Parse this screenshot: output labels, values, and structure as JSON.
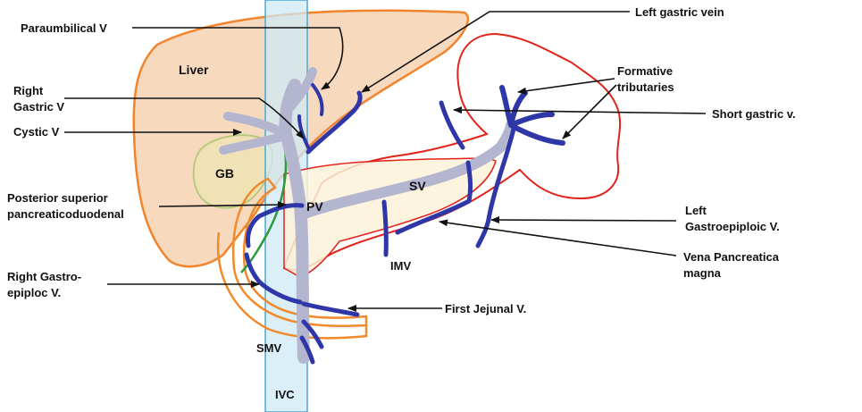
{
  "colors": {
    "liver_fill": "#f7d9bd",
    "liver_stroke": "#f2842d",
    "gb_fill": "#efe2b5",
    "gb_stroke": "#b7c97f",
    "ivc_fill": "#cde9f6",
    "ivc_stroke": "#4aa9d6",
    "portal_fill": "#b4b6d0",
    "portal_stroke": "#6c6e9d",
    "vein_dark": "#2f37a8",
    "stomach_red": "#e2231a",
    "pancreas_fill": "#fbf2d9",
    "duodenum_orange": "#f08a2c",
    "bile_green": "#2c9a3c",
    "pointer": "#111111"
  },
  "labels": {
    "paraumbilical": "Paraumbilical V",
    "liver": "Liver",
    "right_gastric_1": "Right",
    "right_gastric_2": "Gastric V",
    "cystic": "Cystic V",
    "gb": "GB",
    "post_sup_1": "Posterior superior",
    "post_sup_2": "pancreaticoduodenal",
    "pv": "PV",
    "sv": "SV",
    "imv": "IMV",
    "right_gastro_1": "Right Gastro-",
    "right_gastro_2": "epiploc V.",
    "smv": "SMV",
    "ivc": "IVC",
    "first_jejunal": "First Jejunal V.",
    "left_gastric": "Left gastric vein",
    "formative_1": "Formative",
    "formative_2": "tributaries",
    "short_gastric": "Short gastric v.",
    "left_ge_1": "Left",
    "left_ge_2": "Gastroepiploic V.",
    "vena_pm_1": "Vena Pancreatica",
    "vena_pm_2": "magna"
  }
}
